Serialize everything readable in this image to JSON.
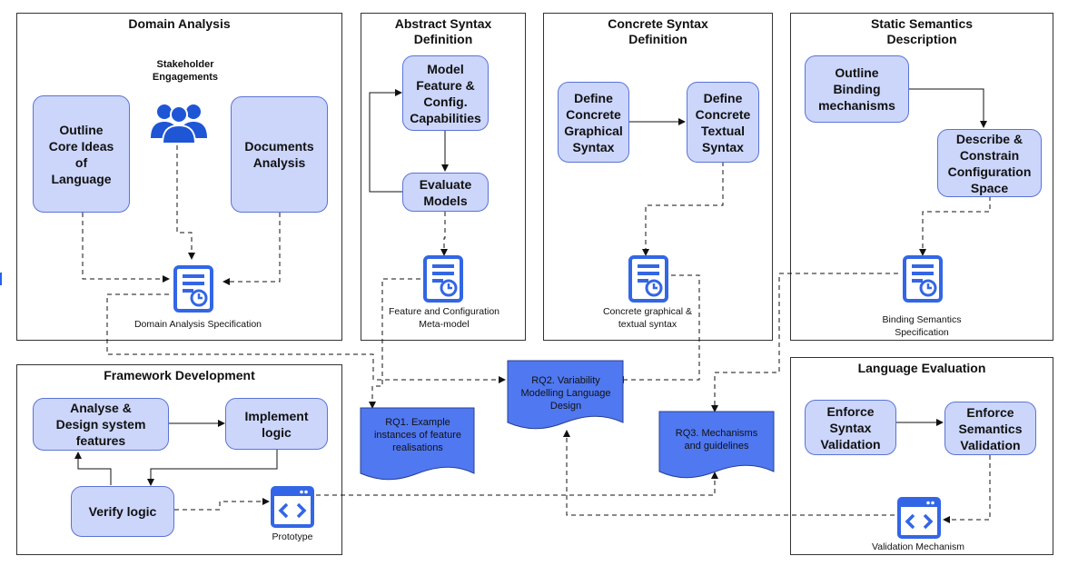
{
  "colors": {
    "node_fill": "#ccd6fb",
    "node_border": "#5a73d6",
    "icon_blue": "#3366e6",
    "doc_fill": "#5078f0",
    "stakeholder_blue": "#1f56d6"
  },
  "panels": {
    "domain_analysis": {
      "title": "Domain Analysis",
      "stakeholder_label": "Stakeholder\nEngagements",
      "outline": "Outline\nCore Ideas\nof\nLanguage",
      "documents": "Documents\nAnalysis",
      "spec_caption": "Domain Analysis Specification"
    },
    "abstract_syntax": {
      "title": "Abstract Syntax\nDefinition",
      "model": "Model\nFeature &\nConfig.\nCapabilities",
      "evaluate": "Evaluate\nModels",
      "caption": "Feature and Configuration\nMeta-model"
    },
    "concrete_syntax": {
      "title": "Concrete Syntax\nDefinition",
      "graphical": "Define\nConcrete\nGraphical\nSyntax",
      "textual": "Define\nConcrete\nTextual\nSyntax",
      "caption": "Concrete graphical &\ntextual syntax"
    },
    "static_semantics": {
      "title": "Static Semantics\nDescription",
      "outline": "Outline\nBinding\nmechanisms",
      "describe": "Describe &\nConstrain\nConfiguration\nSpace",
      "caption": "Binding Semantics\nSpecification"
    },
    "framework": {
      "title": "Framework Development",
      "analyse": "Analyse &\nDesign system\nfeatures",
      "implement": "Implement\nlogic",
      "verify": "Verify logic",
      "caption": "Prototype"
    },
    "language_eval": {
      "title": "Language Evaluation",
      "syntax": "Enforce\nSyntax\nValidation",
      "semantics": "Enforce\nSemantics\nValidation",
      "caption": "Validation Mechanism"
    }
  },
  "documents": {
    "rq1": "RQ1. Example\ninstances of feature\nrealisations",
    "rq2": "RQ2. Variability\nModelling Language\nDesign",
    "rq3": "RQ3. Mechanisms\nand guidelines"
  },
  "icons": {
    "stakeholders": "people-group-icon",
    "specification": "document-clock-icon",
    "prototype": "code-window-icon"
  }
}
